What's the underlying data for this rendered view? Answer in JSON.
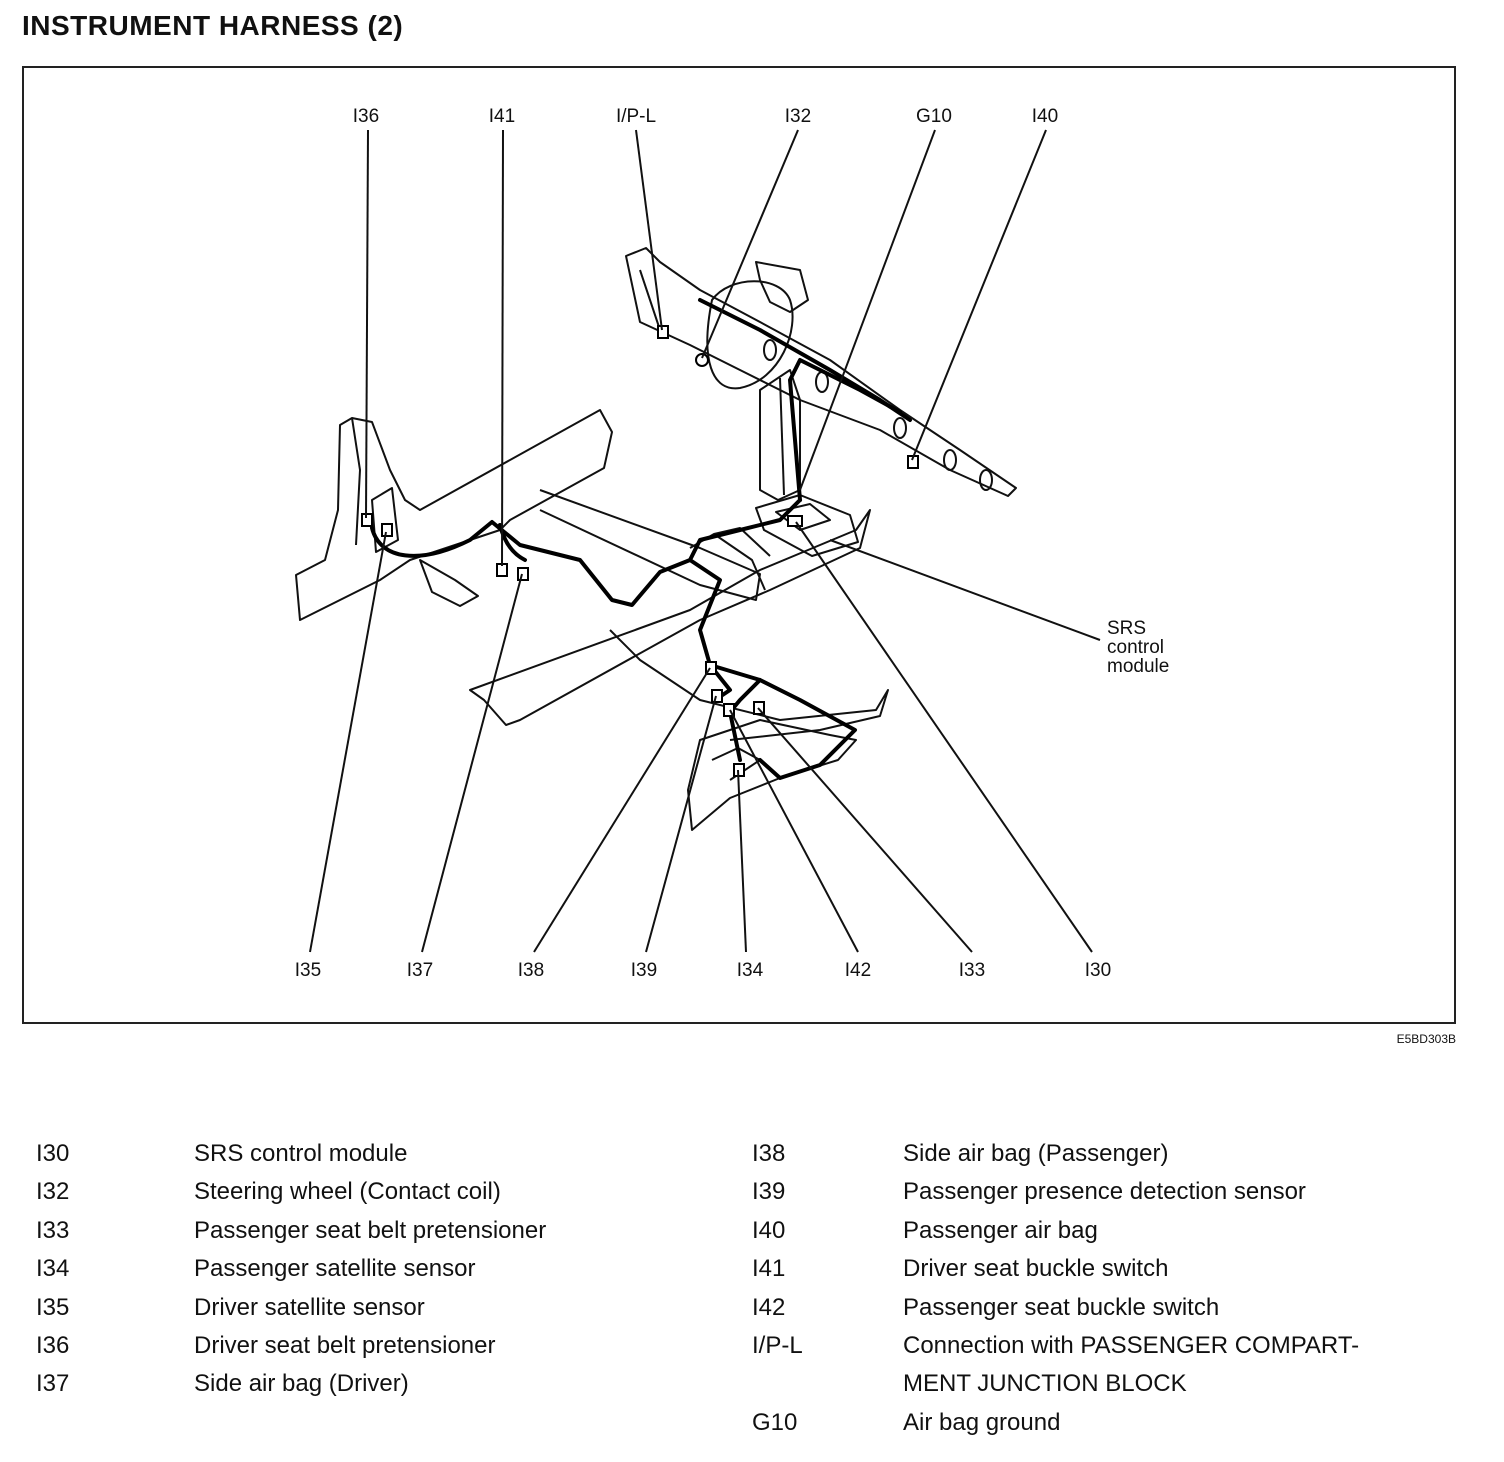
{
  "title": "INSTRUMENT HARNESS (2)",
  "figure_code": "E5BD303B",
  "diagram": {
    "top_labels": [
      "I36",
      "I41",
      "I/P-L",
      "I32",
      "G10",
      "I40"
    ],
    "bottom_labels": [
      "I35",
      "I37",
      "I38",
      "I39",
      "I34",
      "I42",
      "I33",
      "I30"
    ],
    "side_label": "SRS\ncontrol\nmodule"
  },
  "legend": {
    "left": [
      {
        "code": "I30",
        "description": "SRS control module"
      },
      {
        "code": "I32",
        "description": "Steering wheel (Contact coil)"
      },
      {
        "code": "I33",
        "description": "Passenger seat belt pretensioner"
      },
      {
        "code": "I34",
        "description": "Passenger satellite sensor"
      },
      {
        "code": "I35",
        "description": "Driver satellite sensor"
      },
      {
        "code": "I36",
        "description": "Driver seat belt pretensioner"
      },
      {
        "code": "I37",
        "description": "Side air bag (Driver)"
      }
    ],
    "right": [
      {
        "code": "I38",
        "description": "Side air bag (Passenger)"
      },
      {
        "code": "I39",
        "description": "Passenger presence detection sensor"
      },
      {
        "code": "I40",
        "description": "Passenger air bag"
      },
      {
        "code": "I41",
        "description": "Driver seat buckle switch"
      },
      {
        "code": "I42",
        "description": "Passenger seat buckle switch"
      },
      {
        "code": "I/P-L",
        "description": "Connection with PASSENGER COMPART-"
      },
      {
        "code": "",
        "description": "MENT JUNCTION BLOCK"
      },
      {
        "code": "G10",
        "description": "Air bag ground"
      }
    ]
  }
}
